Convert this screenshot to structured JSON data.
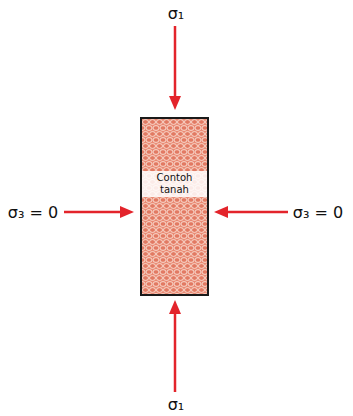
{
  "diagram": {
    "nodes": [
      {
        "text": [
          "Contoh tanah"
        ]
      }
    ],
    "labels": [
      "σ₁",
      "σ₃ = 0",
      "σ₃ = 0",
      "σ₁"
    ]
  }
}
